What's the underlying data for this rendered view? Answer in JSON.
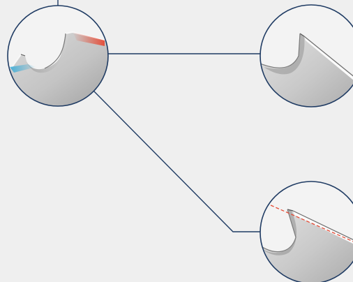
{
  "colors": {
    "background": "#efefef",
    "line": "#1f3b63",
    "metal_light": "#d8d8d8",
    "metal_dark": "#a9a9a9",
    "edge_highlight": "#f7f7f7",
    "wear_blue": "#2aa8d8",
    "wear_red": "#e64b35",
    "guide_dash": "#e64b35"
  },
  "callouts": [
    {
      "id": "tooth-overview",
      "icon": "saw-tooth-wear-icon"
    },
    {
      "id": "tooth-detail-sharp",
      "icon": "sharp-tooth-icon"
    },
    {
      "id": "tooth-detail-angle",
      "icon": "tooth-angle-guide-icon"
    }
  ]
}
